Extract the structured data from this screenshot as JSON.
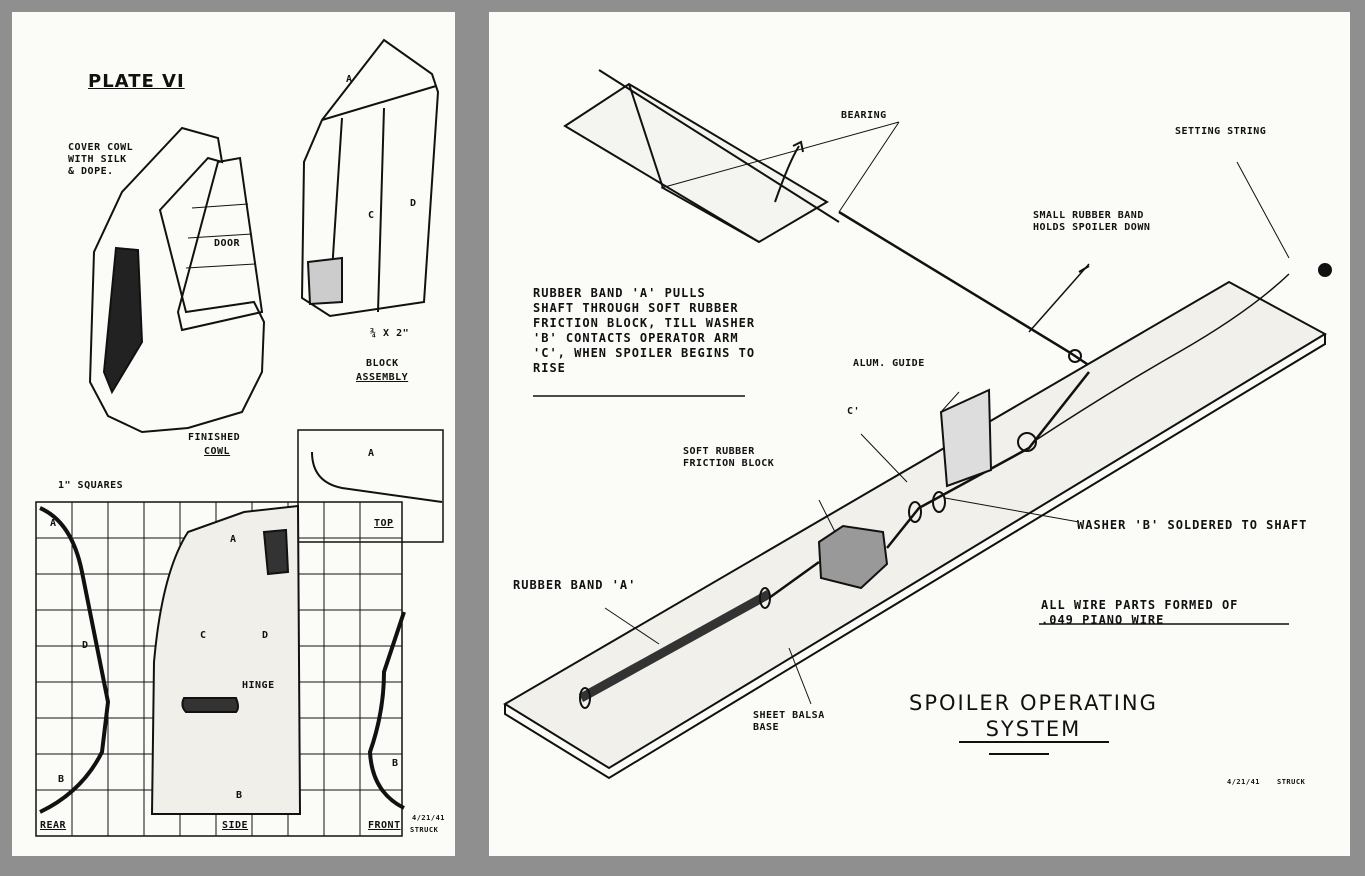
{
  "left": {
    "plate_title": "PLATE VI",
    "cover_note": "COVER COWL\nWITH SILK\n& DOPE.",
    "door": "DOOR",
    "finished": "FINISHED",
    "cowl": "COWL",
    "block_dim": "¾ X 2\"",
    "block_label": "BLOCK",
    "assembly": "ASSEMBLY",
    "squares": "1\" SQUARES",
    "hinge": "HINGE",
    "letters": {
      "a": "A",
      "b": "B",
      "c": "C",
      "d": "D"
    },
    "views": {
      "rear": "REAR",
      "side": "SIDE",
      "front": "FRONT",
      "top": "TOP"
    },
    "date": "4/21/41",
    "signature": "STRUCK"
  },
  "right": {
    "bearing": "BEARING",
    "setting_string": "SETTING STRING",
    "small_band": "SMALL RUBBER BAND\nHOLDS SPOILER DOWN",
    "band_note": "RUBBER BAND 'A' PULLS\nSHAFT THROUGH SOFT RUBBER\nFRICTION BLOCK, TILL WASHER\n'B' CONTACTS OPERATOR ARM\n'C', WHEN SPOILER BEGINS TO\nRISE",
    "alum_guide": "ALUM. GUIDE",
    "c_label": "C'",
    "soft_rubber": "SOFT RUBBER\nFRICTION BLOCK",
    "washer": "WASHER 'B' SOLDERED TO SHAFT",
    "rubber_band_a": "RUBBER BAND 'A'",
    "wire_note": "ALL WIRE PARTS FORMED OF\n.049 PIANO WIRE",
    "sheet_balsa": "SHEET BALSA\nBASE",
    "title": "SPOILER OPERATING\nSYSTEM",
    "date": "4/21/41",
    "signature": "STRUCK"
  }
}
